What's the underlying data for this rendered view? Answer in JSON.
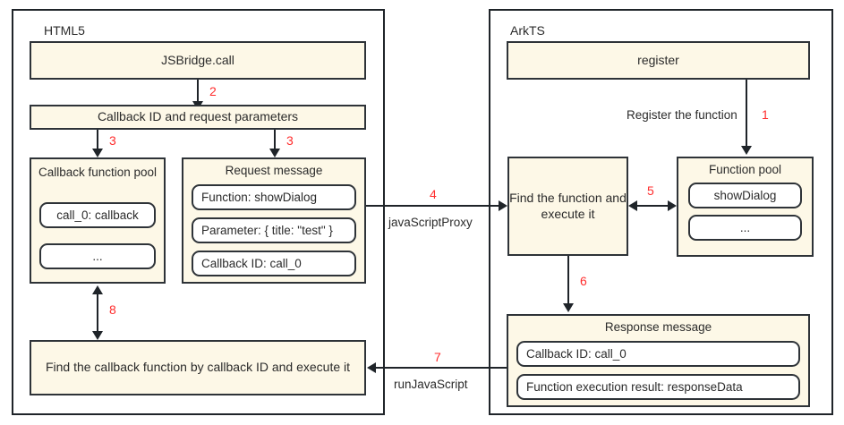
{
  "diagram": {
    "title": "JSBridge call flow between HTML5 and ArkTS",
    "accent_step_color": "#ff2d2d",
    "box_fill_color": "#fdf8e7",
    "box_border_color": "#2e3338"
  },
  "panels": {
    "left": {
      "title": "HTML5"
    },
    "right": {
      "title": "ArkTS"
    }
  },
  "left_panel": {
    "jsbridge_call": "JSBridge.call",
    "callback_id_and_params": "Callback ID and request parameters",
    "callback_function_pool": {
      "title": "Callback function pool",
      "entries": [
        "call_0: callback",
        "..."
      ]
    },
    "request_message": {
      "title": "Request message",
      "fields": [
        "Function: showDialog",
        "Parameter: { title: \"test\" }",
        "Callback ID: call_0"
      ]
    },
    "find_callback": "Find the callback function by callback ID and execute it"
  },
  "right_panel": {
    "register": "register",
    "register_edge_label": "Register the function",
    "find_and_execute": "Find the function and execute it",
    "function_pool": {
      "title": "Function pool",
      "entries": [
        "showDialog",
        "..."
      ]
    },
    "response_message": {
      "title": "Response message",
      "fields": [
        "Callback ID: call_0",
        "Function execution result: responseData"
      ]
    }
  },
  "cross_edges": {
    "to_arkts": {
      "step": "4",
      "label": "javaScriptProxy"
    },
    "to_html5": {
      "step": "7",
      "label": "runJavaScript"
    }
  },
  "steps": {
    "s1": "1",
    "s2": "2",
    "s3a": "3",
    "s3b": "3",
    "s4": "4",
    "s5": "5",
    "s6": "6",
    "s7": "7",
    "s8": "8"
  }
}
